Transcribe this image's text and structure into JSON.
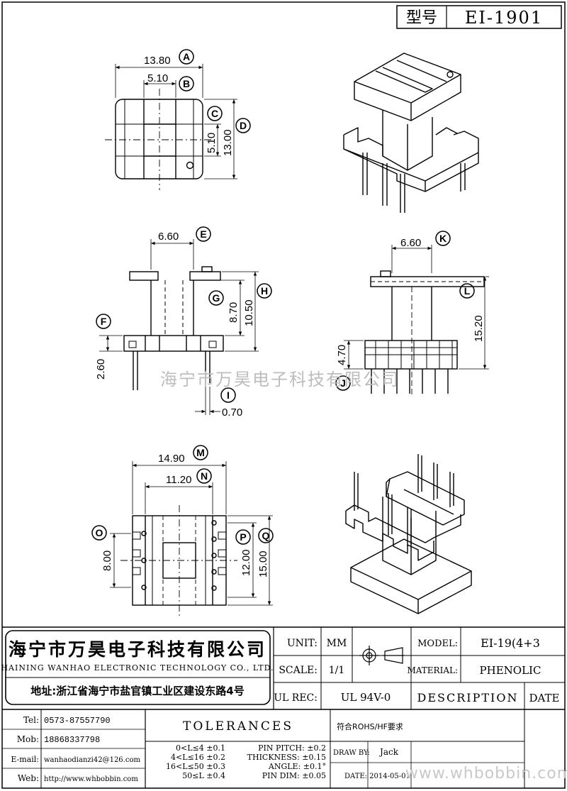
{
  "header": {
    "type_label": "型号",
    "type_value": "EI-1901"
  },
  "watermark": "海宁市万昊电子科技有限公司",
  "top_view": {
    "dim_a": "13.80",
    "dim_b": "5.10",
    "dim_c": "5.10",
    "dim_d": "13.00"
  },
  "front_view": {
    "dim_e": "6.60",
    "dim_g": "8.70",
    "dim_h": "10.50",
    "dim_f": "2.60",
    "dim_i": "0.70"
  },
  "side_view": {
    "dim_k": "6.60",
    "dim_l": "15.20",
    "dim_j": "4.70"
  },
  "bottom_view": {
    "dim_m": "14.90",
    "dim_n": "11.20",
    "dim_o": "8.00",
    "dim_p": "12.00",
    "dim_q": "15.00"
  },
  "labels": [
    "A",
    "B",
    "C",
    "D",
    "E",
    "F",
    "G",
    "H",
    "I",
    "J",
    "K",
    "L",
    "M",
    "N",
    "O",
    "P",
    "Q"
  ],
  "company": {
    "name_cn": "海宁市万昊电子科技有限公司",
    "name_en": "HAINING WANHAO ELECTRONIC TECHNOLOGY CO., LTD.",
    "address": "地址:浙江省海宁市盐官镇工业区建设东路4号"
  },
  "title_block": {
    "unit_label": "UNIT:",
    "unit_value": "MM",
    "scale_label": "SCALE:",
    "scale_value": "1/1",
    "ul_label": "UL REC:",
    "ul_value": "UL 94V-0",
    "model_label": "MODEL:",
    "model_value": "EI-19(4+3",
    "material_label": "MATERIAL:",
    "material_value": "PHENOLIC",
    "description_label": "DESCRIPTION",
    "date_label": "DATE",
    "rohs": "符合ROHS/HF要求",
    "draw_by_label": "DRAW BY:",
    "draw_by_value": "Jack",
    "date_field_label": "DATE:",
    "date_value": "2014-05-01"
  },
  "contact": {
    "tel_label": "Tel:",
    "tel_value": "0573-87557790",
    "mob_label": "Mob:",
    "mob_value": "18868337798",
    "email_label": "E-mail:",
    "email_value": "wanhaodianzi42@126.com",
    "web_label": "Web:",
    "web_value": "http://www.whbobbin.com"
  },
  "tolerances": {
    "title": "TOLERANCES",
    "rows": [
      "0<L≤4 ±0.1",
      "4<L≤16 ±0.2",
      "16<L≤50 ±0.3",
      "50≤L ±0.4"
    ],
    "pins": [
      "PIN PITCH: ±0.2",
      "THICKNESS: ±0.15",
      "ANGLE: ±0.1°",
      "PIN DIM: ±0.05"
    ]
  },
  "website_watermark": "www.whbobbin.com"
}
